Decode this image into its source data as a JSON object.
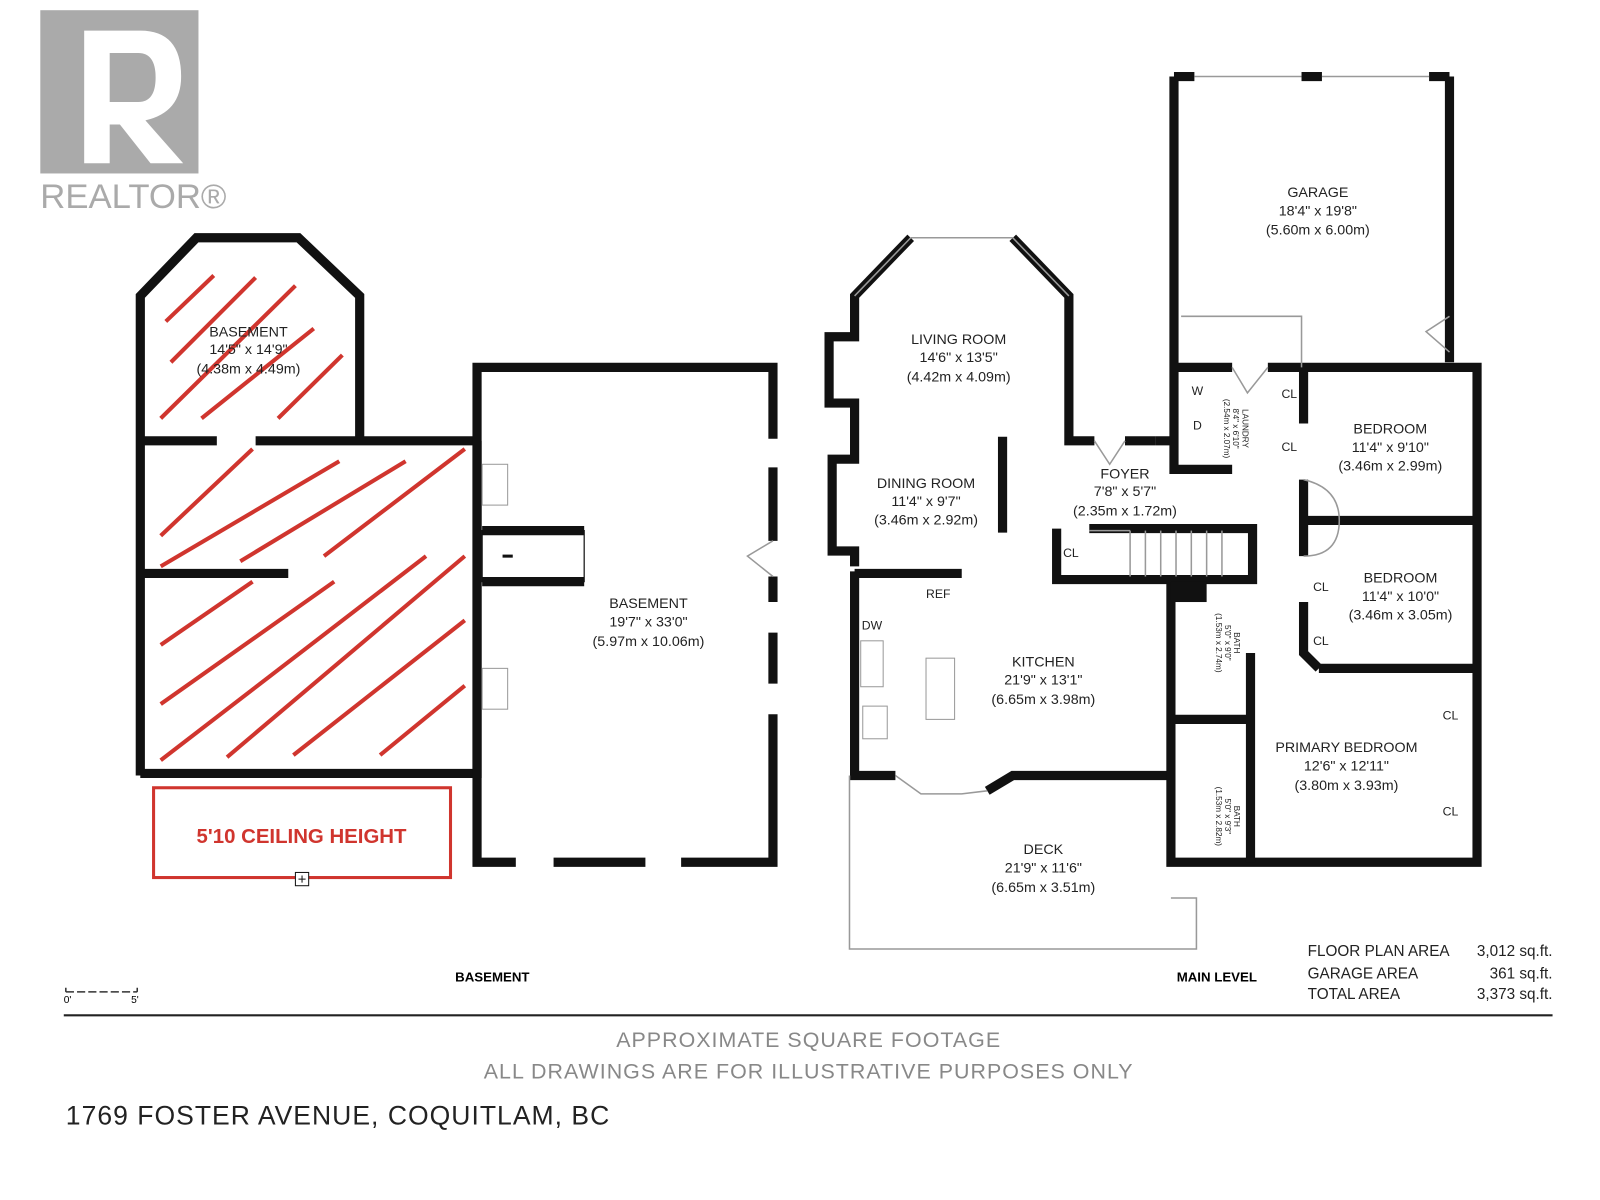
{
  "logo": {
    "text": "REALTOR®"
  },
  "basement": {
    "hatched_room": {
      "name": "BASEMENT",
      "imperial": "14'5\" x 14'9\"",
      "metric": "(4.38m x 4.49m)"
    },
    "main_room": {
      "name": "BASEMENT",
      "imperial": "19'7\" x 33'0\"",
      "metric": "(5.97m x 10.06m)"
    },
    "ceiling_note": "5'10 CEILING HEIGHT",
    "level_label": "BASEMENT"
  },
  "main": {
    "garage": {
      "name": "GARAGE",
      "imperial": "18'4\" x 19'8\"",
      "metric": "(5.60m x 6.00m)"
    },
    "living": {
      "name": "LIVING ROOM",
      "imperial": "14'6\" x 13'5\"",
      "metric": "(4.42m x 4.09m)"
    },
    "dining": {
      "name": "DINING ROOM",
      "imperial": "11'4\" x 9'7\"",
      "metric": "(3.46m x 2.92m)"
    },
    "foyer": {
      "name": "FOYER",
      "imperial": "7'8\" x 5'7\"",
      "metric": "(2.35m x 1.72m)"
    },
    "kitchen": {
      "name": "KITCHEN",
      "imperial": "21'9\" x 13'1\"",
      "metric": "(6.65m x 3.98m)"
    },
    "deck": {
      "name": "DECK",
      "imperial": "21'9\" x 11'6\"",
      "metric": "(6.65m x 3.51m)"
    },
    "bedroom1": {
      "name": "BEDROOM",
      "imperial": "11'4\" x 9'10\"",
      "metric": "(3.46m x 2.99m)"
    },
    "bedroom2": {
      "name": "BEDROOM",
      "imperial": "11'4\" x 10'0\"",
      "metric": "(3.46m x 3.05m)"
    },
    "primary": {
      "name": "PRIMARY BEDROOM",
      "imperial": "12'6\" x 12'11\"",
      "metric": "(3.80m x 3.93m)"
    },
    "laundry": {
      "name": "LAUNDRY",
      "imperial": "8'4\" x 6'10\"",
      "metric": "(2.54m x 2.07m)"
    },
    "bath1": {
      "name": "BATH",
      "imperial": "5'0\" x 9'0\"",
      "metric": "(1.53m x 2.74m)"
    },
    "bath2": {
      "name": "BATH",
      "imperial": "5'0\" x 9'3\"",
      "metric": "(1.53m x 2.82m)"
    },
    "labels": {
      "cl": "CL",
      "w": "W",
      "d": "D",
      "dw": "DW",
      "ref": "REF"
    },
    "level_label": "MAIN LEVEL"
  },
  "areas": [
    {
      "label": "FLOOR PLAN AREA",
      "value": "3,012 sq.ft."
    },
    {
      "label": "GARAGE AREA",
      "value": "361 sq.ft."
    },
    {
      "label": "TOTAL AREA",
      "value": "3,373 sq.ft."
    }
  ],
  "scale": {
    "start": "0'",
    "end": "5'"
  },
  "footer": {
    "line1": "APPROXIMATE SQUARE FOOTAGE",
    "line2": "ALL DRAWINGS ARE FOR ILLUSTRATIVE PURPOSES ONLY",
    "address": "1769 FOSTER AVENUE, COQUITLAM, BC"
  }
}
